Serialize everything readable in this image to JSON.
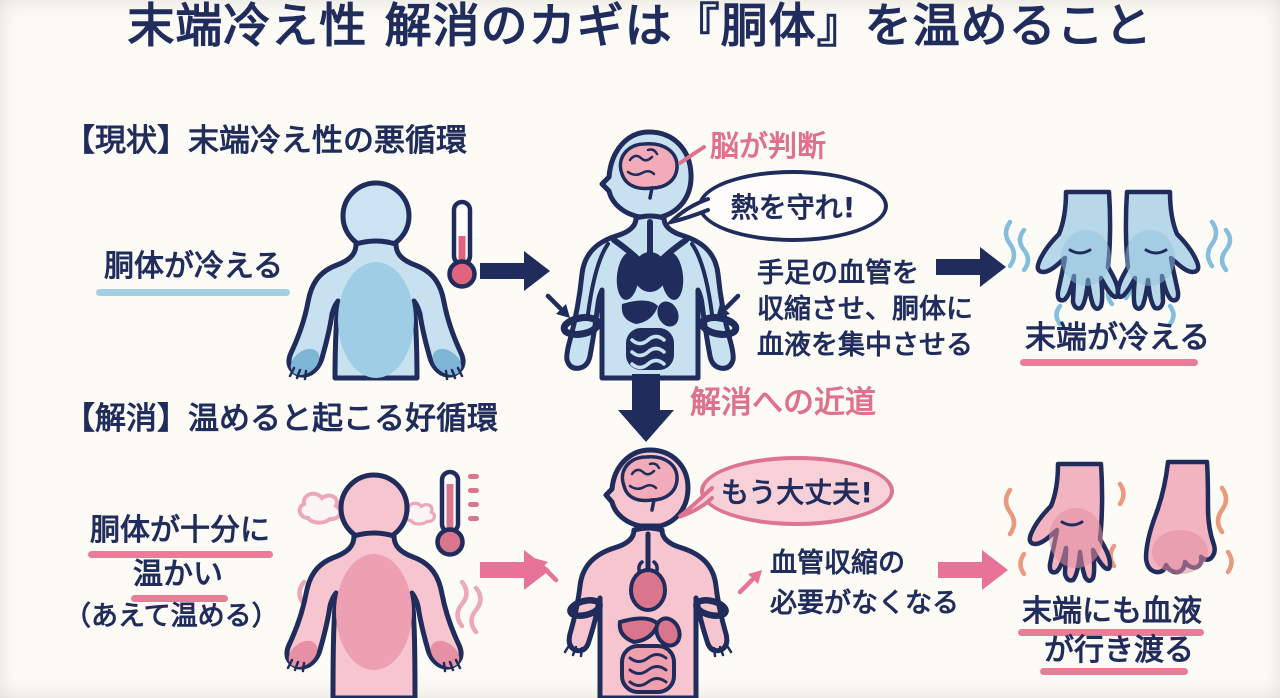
{
  "colors": {
    "bg": "#fdfbf6",
    "navy": "#1f2c5c",
    "pink": "#e0718d",
    "pink_light": "#f8d0d8",
    "pink_body": "#f7c5cf",
    "pink_deep": "#d9758d",
    "blue_body": "#c8e1f0",
    "blue_deep": "#8fc0dc",
    "blue_underline": "#a3cfe3",
    "pink_underline": "#e87d98",
    "salmon": "#e9997d"
  },
  "title": "末端冷え性 解消のカギは『胴体』を温めること",
  "cycle_bad": {
    "header": "【現状】末端冷え性の悪循環",
    "torso_label": "胴体が冷える",
    "brain_label": "脳が判断",
    "speech_bubble": "熱を守れ!",
    "mechanism_lines": [
      "手足の血管を",
      "収縮させ、胴体に",
      "血液を集中させる"
    ],
    "result_label": "末端が冷える"
  },
  "transition_label": "解消への近道",
  "cycle_good": {
    "header": "【解消】温めると起こる好循環",
    "torso_label_lines": [
      "胴体が十分に",
      "温かい"
    ],
    "torso_note": "（あえて温める）",
    "speech_bubble": "もう大丈夫!",
    "mechanism_lines": [
      "血管収縮の",
      "必要がなくなる"
    ],
    "result_label_lines": [
      "末端にも血液",
      "が行き渡る"
    ]
  },
  "icons": {
    "thermometer_low": "thermometer-low-icon",
    "thermometer_high": "thermometer-high-icon",
    "arrow_right": "arrow-right-icon",
    "arrow_down": "arrow-down-icon",
    "brain": "brain-icon",
    "speech_bubble": "speech-bubble",
    "cold_waves": "cold-shiver-lines",
    "heat_waves": "heat-steam-lines"
  }
}
